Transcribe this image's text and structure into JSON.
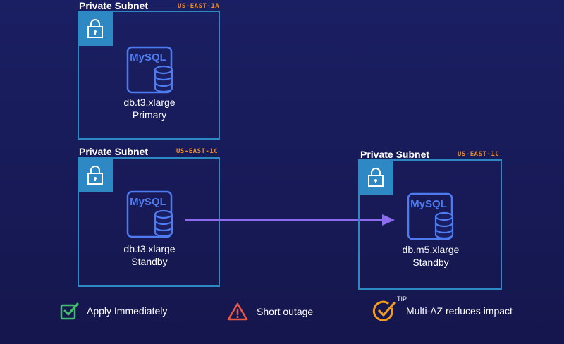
{
  "subnets": [
    {
      "title": "Private Subnet",
      "az": "US-EAST-1A",
      "db": {
        "engine": "MySQL",
        "instance": "db.t3.xlarge",
        "role": "Primary"
      }
    },
    {
      "title": "Private Subnet",
      "az": "US-EAST-1C",
      "db": {
        "engine": "MySQL",
        "instance": "db.t3.xlarge",
        "role": "Standby"
      }
    },
    {
      "title": "Private Subnet",
      "az": "US-EAST-1C",
      "db": {
        "engine": "MySQL",
        "instance": "db.m5.xlarge",
        "role": "Standby"
      }
    }
  ],
  "legend": {
    "apply": {
      "label": "Apply Immediately",
      "icon": "checkbox-check-icon",
      "color": "#3fbf6b"
    },
    "outage": {
      "label": "Short outage",
      "icon": "warning-triangle-icon",
      "color": "#e8584a"
    },
    "tip": {
      "tag": "TIP",
      "label": "Multi-AZ reduces impact",
      "icon": "check-circle-icon",
      "color": "#f39c1f"
    }
  },
  "colors": {
    "background": "#1a1f63",
    "subnet_border": "#2d88c4",
    "az_label": "#f08a24",
    "db_icon": "#4f7bf0",
    "arrow": "#8d6cf0"
  }
}
